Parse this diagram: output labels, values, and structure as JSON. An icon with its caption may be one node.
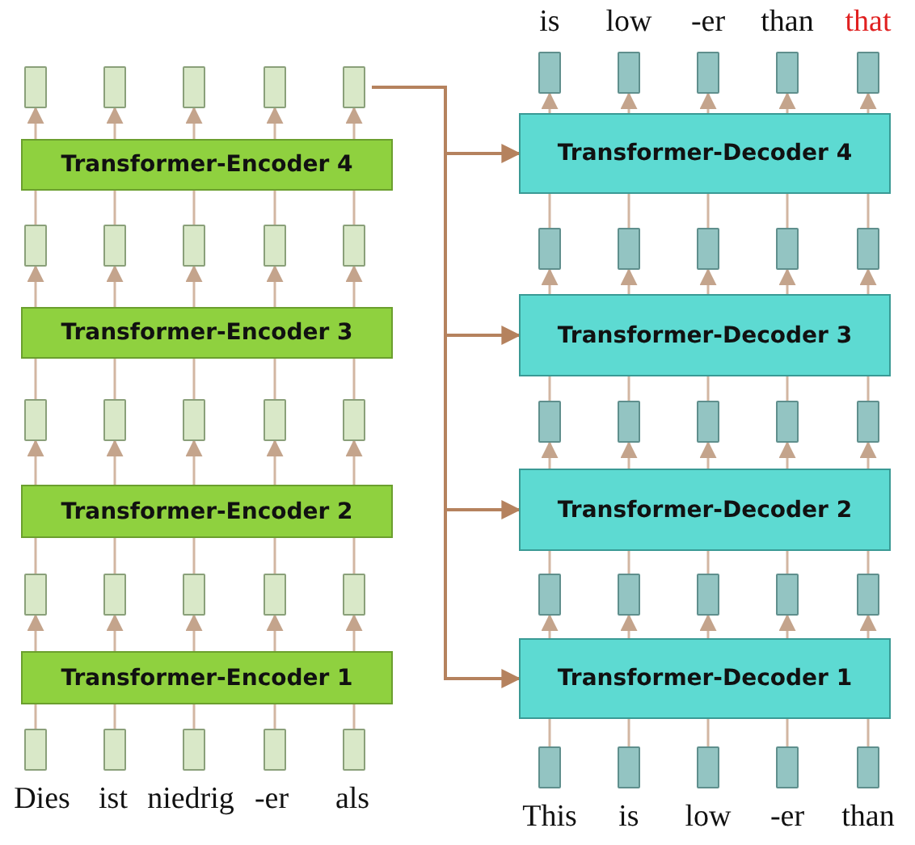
{
  "diagram": {
    "nodes": [
      {
        "text": [],
        "shape": "box"
      },
      {
        "text": [],
        "shape": "box"
      },
      {
        "text": [],
        "shape": "box"
      },
      {
        "text": [],
        "shape": "box"
      },
      {
        "text": [],
        "shape": "box"
      },
      {
        "text": [
          "Transformer-Encoder 4"
        ]
      },
      {
        "text": [],
        "shape": "box"
      },
      {
        "text": [],
        "shape": "box"
      },
      {
        "text": [],
        "shape": "box"
      },
      {
        "text": [],
        "shape": "box"
      },
      {
        "text": [],
        "shape": "box"
      },
      {
        "text": [
          "Transformer-Encoder 3"
        ]
      },
      {
        "text": [],
        "shape": "box"
      },
      {
        "text": [],
        "shape": "box"
      },
      {
        "text": [],
        "shape": "box"
      },
      {
        "text": [],
        "shape": "box"
      },
      {
        "text": [],
        "shape": "box"
      },
      {
        "text": [
          "Transformer-Encoder 2"
        ]
      },
      {
        "text": [],
        "shape": "box"
      },
      {
        "text": [],
        "shape": "box"
      },
      {
        "text": [],
        "shape": "box"
      },
      {
        "text": [],
        "shape": "box"
      },
      {
        "text": [],
        "shape": "box"
      },
      {
        "text": [
          "Transformer-Encoder 1"
        ]
      },
      {
        "text": [],
        "shape": "box"
      },
      {
        "text": [],
        "shape": "box"
      },
      {
        "text": [],
        "shape": "box"
      },
      {
        "text": [],
        "shape": "box"
      },
      {
        "text": [],
        "shape": "box"
      },
      {
        "text": [],
        "shape": "box"
      },
      {
        "text": [],
        "shape": "box"
      },
      {
        "text": [],
        "shape": "box"
      },
      {
        "text": [],
        "shape": "box"
      },
      {
        "text": [],
        "shape": "box"
      },
      {
        "text": [
          "Transformer-Decoder 4"
        ]
      },
      {
        "text": [],
        "shape": "box"
      },
      {
        "text": [],
        "shape": "box"
      },
      {
        "text": [],
        "shape": "box"
      },
      {
        "text": [],
        "shape": "box"
      },
      {
        "text": [],
        "shape": "box"
      },
      {
        "text": [
          "Transformer-Decoder 3"
        ]
      },
      {
        "text": [],
        "shape": "box"
      },
      {
        "text": [],
        "shape": "box"
      },
      {
        "text": [],
        "shape": "box"
      },
      {
        "text": [],
        "shape": "box"
      },
      {
        "text": [],
        "shape": "box"
      },
      {
        "text": [
          "Transformer-Decoder 2"
        ]
      },
      {
        "text": [],
        "shape": "box"
      },
      {
        "text": [],
        "shape": "box"
      },
      {
        "text": [],
        "shape": "box"
      },
      {
        "text": [],
        "shape": "box"
      },
      {
        "text": [],
        "shape": "box"
      },
      {
        "text": [
          "Transformer-Decoder 1"
        ]
      },
      {
        "text": [],
        "shape": "box"
      },
      {
        "text": [],
        "shape": "box"
      },
      {
        "text": [],
        "shape": "box"
      },
      {
        "text": [],
        "shape": "box"
      },
      {
        "text": [],
        "shape": "box"
      }
    ],
    "edges": [
      {
        "from": 24,
        "to": 23,
        "arrow": "none"
      },
      {
        "from": 25,
        "to": 23,
        "arrow": "none"
      },
      {
        "from": 26,
        "to": 23,
        "arrow": "none"
      },
      {
        "from": 27,
        "to": 23,
        "arrow": "none"
      },
      {
        "from": 28,
        "to": 23,
        "arrow": "none"
      },
      {
        "from": 23,
        "to": 18,
        "arrow": "to"
      },
      {
        "from": 23,
        "to": 19,
        "arrow": "to"
      },
      {
        "from": 23,
        "to": 20,
        "arrow": "to"
      },
      {
        "from": 23,
        "to": 21,
        "arrow": "to"
      },
      {
        "from": 23,
        "to": 22,
        "arrow": "to"
      },
      {
        "from": 18,
        "to": 17,
        "arrow": "none"
      },
      {
        "from": 19,
        "to": 17,
        "arrow": "none"
      },
      {
        "from": 20,
        "to": 17,
        "arrow": "none"
      },
      {
        "from": 21,
        "to": 17,
        "arrow": "none"
      },
      {
        "from": 22,
        "to": 17,
        "arrow": "none"
      },
      {
        "from": 17,
        "to": 12,
        "arrow": "to"
      },
      {
        "from": 17,
        "to": 13,
        "arrow": "to"
      },
      {
        "from": 17,
        "to": 14,
        "arrow": "to"
      },
      {
        "from": 17,
        "to": 15,
        "arrow": "to"
      },
      {
        "from": 17,
        "to": 16,
        "arrow": "to"
      },
      {
        "from": 12,
        "to": 11,
        "arrow": "none"
      },
      {
        "from": 13,
        "to": 11,
        "arrow": "none"
      },
      {
        "from": 14,
        "to": 11,
        "arrow": "none"
      },
      {
        "from": 15,
        "to": 11,
        "arrow": "none"
      },
      {
        "from": 16,
        "to": 11,
        "arrow": "none"
      },
      {
        "from": 11,
        "to": 6,
        "arrow": "to"
      },
      {
        "from": 11,
        "to": 7,
        "arrow": "to"
      },
      {
        "from": 11,
        "to": 8,
        "arrow": "to"
      },
      {
        "from": 11,
        "to": 9,
        "arrow": "to"
      },
      {
        "from": 11,
        "to": 10,
        "arrow": "to"
      },
      {
        "from": 6,
        "to": 5,
        "arrow": "none"
      },
      {
        "from": 7,
        "to": 5,
        "arrow": "none"
      },
      {
        "from": 8,
        "to": 5,
        "arrow": "none"
      },
      {
        "from": 9,
        "to": 5,
        "arrow": "none"
      },
      {
        "from": 10,
        "to": 5,
        "arrow": "none"
      },
      {
        "from": 5,
        "to": 0,
        "arrow": "to"
      },
      {
        "from": 5,
        "to": 1,
        "arrow": "to"
      },
      {
        "from": 5,
        "to": 2,
        "arrow": "to"
      },
      {
        "from": 5,
        "to": 3,
        "arrow": "to"
      },
      {
        "from": 5,
        "to": 4,
        "arrow": "to"
      },
      {
        "from": 53,
        "to": 52,
        "arrow": "none"
      },
      {
        "from": 54,
        "to": 52,
        "arrow": "none"
      },
      {
        "from": 55,
        "to": 52,
        "arrow": "none"
      },
      {
        "from": 56,
        "to": 52,
        "arrow": "none"
      },
      {
        "from": 57,
        "to": 52,
        "arrow": "none"
      },
      {
        "from": 52,
        "to": 47,
        "arrow": "to"
      },
      {
        "from": 52,
        "to": 48,
        "arrow": "to"
      },
      {
        "from": 52,
        "to": 49,
        "arrow": "to"
      },
      {
        "from": 52,
        "to": 50,
        "arrow": "to"
      },
      {
        "from": 52,
        "to": 51,
        "arrow": "to"
      },
      {
        "from": 47,
        "to": 46,
        "arrow": "none"
      },
      {
        "from": 48,
        "to": 46,
        "arrow": "none"
      },
      {
        "from": 49,
        "to": 46,
        "arrow": "none"
      },
      {
        "from": 50,
        "to": 46,
        "arrow": "none"
      },
      {
        "from": 51,
        "to": 46,
        "arrow": "none"
      },
      {
        "from": 46,
        "to": 41,
        "arrow": "to"
      },
      {
        "from": 46,
        "to": 42,
        "arrow": "to"
      },
      {
        "from": 46,
        "to": 43,
        "arrow": "to"
      },
      {
        "from": 46,
        "to": 44,
        "arrow": "to"
      },
      {
        "from": 46,
        "to": 45,
        "arrow": "to"
      },
      {
        "from": 41,
        "to": 40,
        "arrow": "none"
      },
      {
        "from": 42,
        "to": 40,
        "arrow": "none"
      },
      {
        "from": 43,
        "to": 40,
        "arrow": "none"
      },
      {
        "from": 44,
        "to": 40,
        "arrow": "none"
      },
      {
        "from": 45,
        "to": 40,
        "arrow": "none"
      },
      {
        "from": 40,
        "to": 35,
        "arrow": "to"
      },
      {
        "from": 40,
        "to": 36,
        "arrow": "to"
      },
      {
        "from": 40,
        "to": 37,
        "arrow": "to"
      },
      {
        "from": 40,
        "to": 38,
        "arrow": "to"
      },
      {
        "from": 40,
        "to": 39,
        "arrow": "to"
      },
      {
        "from": 35,
        "to": 34,
        "arrow": "none"
      },
      {
        "from": 36,
        "to": 34,
        "arrow": "none"
      },
      {
        "from": 37,
        "to": 34,
        "arrow": "none"
      },
      {
        "from": 38,
        "to": 34,
        "arrow": "none"
      },
      {
        "from": 39,
        "to": 34,
        "arrow": "none"
      },
      {
        "from": 34,
        "to": 29,
        "arrow": "to"
      },
      {
        "from": 34,
        "to": 30,
        "arrow": "to"
      },
      {
        "from": 34,
        "to": 31,
        "arrow": "to"
      },
      {
        "from": 34,
        "to": 32,
        "arrow": "to"
      },
      {
        "from": 34,
        "to": 33,
        "arrow": "to"
      },
      {
        "from": 4,
        "to": 34,
        "arrow": "to",
        "color": "#b5825e"
      },
      {
        "from": 4,
        "to": 40,
        "arrow": "to",
        "color": "#b5825e"
      },
      {
        "from": 4,
        "to": 46,
        "arrow": "to",
        "color": "#b5825e"
      },
      {
        "from": 4,
        "to": 52,
        "arrow": "to",
        "color": "#b5825e"
      }
    ],
    "labels": [
      "is",
      "low",
      "-er",
      "than",
      "that",
      "Dies",
      "ist",
      "niedrig",
      "-er",
      "als",
      "This",
      "is",
      "low",
      "-er",
      "than"
    ]
  }
}
